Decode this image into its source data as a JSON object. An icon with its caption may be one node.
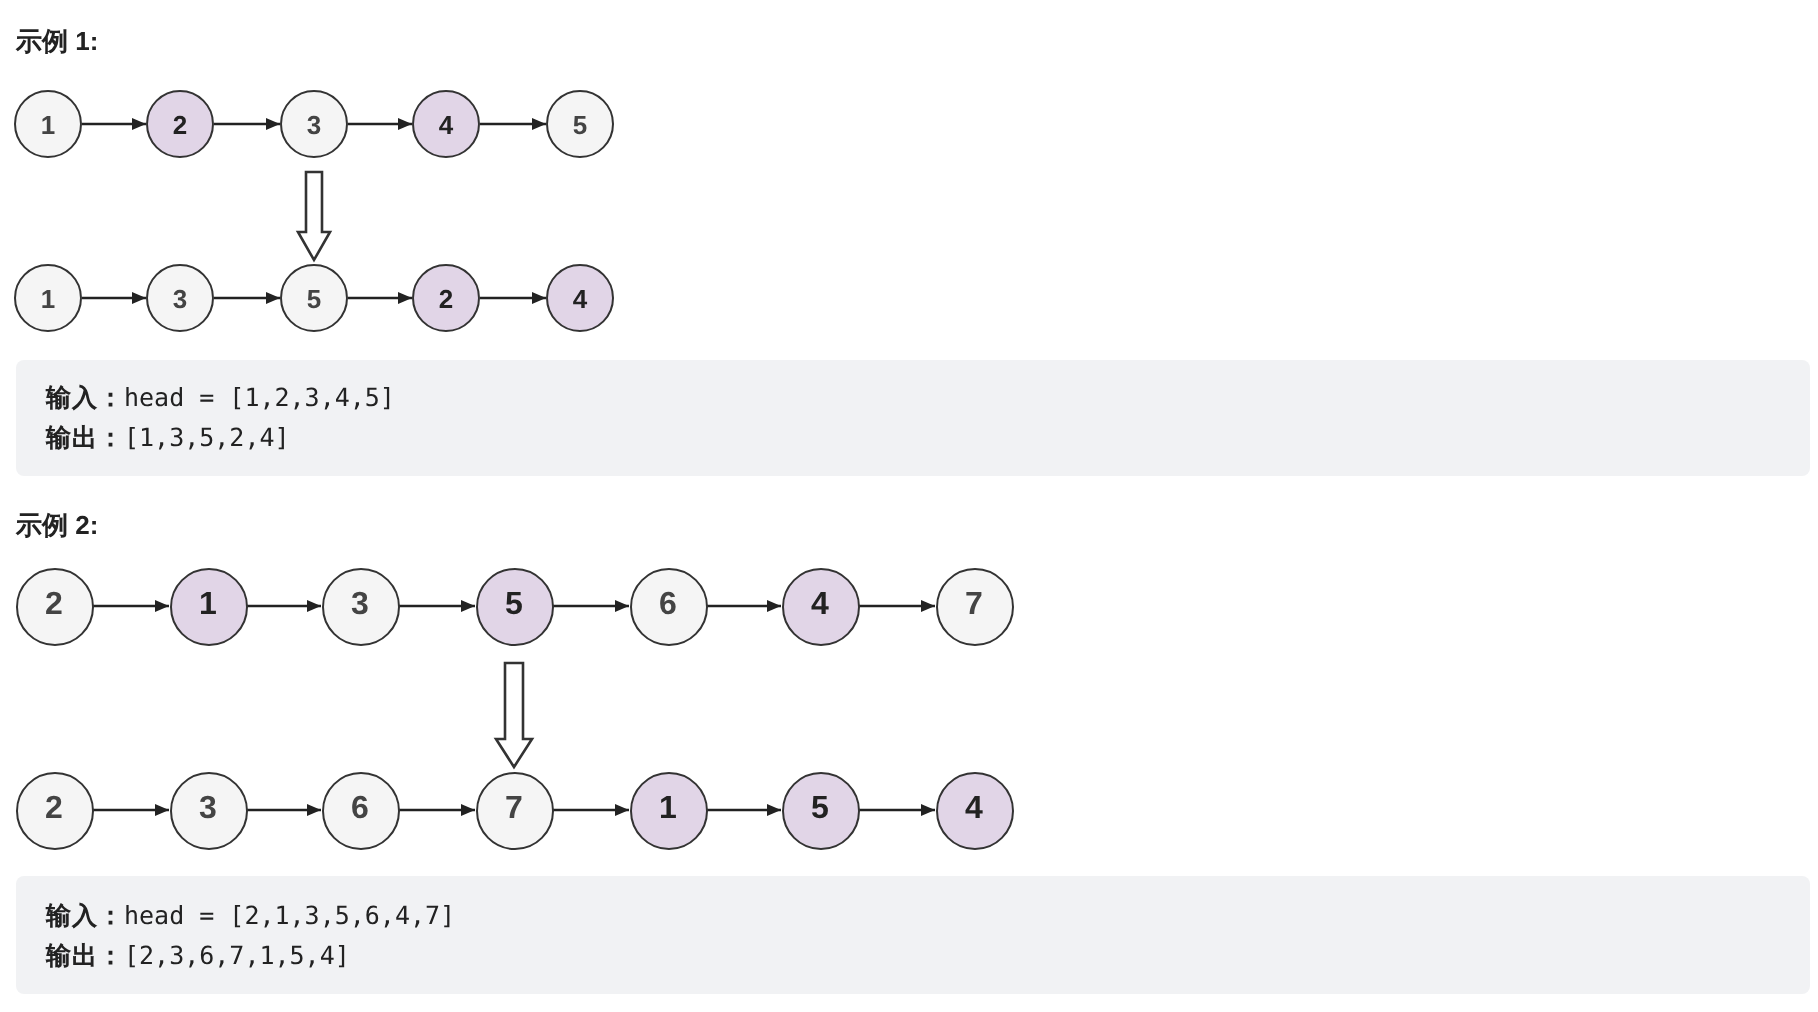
{
  "diagram": {
    "nodes": [
      {
        "text": [
          "1"
        ]
      },
      {
        "text": [
          "2"
        ]
      },
      {
        "text": [
          "3"
        ]
      },
      {
        "text": [
          "4"
        ]
      },
      {
        "text": [
          "5"
        ]
      },
      {
        "text": [
          "1"
        ]
      },
      {
        "text": [
          "3"
        ]
      },
      {
        "text": [
          "5"
        ]
      },
      {
        "text": [
          "2"
        ]
      },
      {
        "text": [
          "4"
        ]
      },
      {
        "text": [
          "2"
        ]
      },
      {
        "text": [
          "1"
        ]
      },
      {
        "text": [
          "3"
        ]
      },
      {
        "text": [
          "5"
        ]
      },
      {
        "text": [
          "6"
        ]
      },
      {
        "text": [
          "4"
        ]
      },
      {
        "text": [
          "7"
        ]
      },
      {
        "text": [
          "2"
        ]
      },
      {
        "text": [
          "3"
        ]
      },
      {
        "text": [
          "6"
        ]
      },
      {
        "text": [
          "7"
        ]
      },
      {
        "text": [
          "1"
        ]
      },
      {
        "text": [
          "5"
        ]
      },
      {
        "text": [
          "4"
        ]
      }
    ],
    "edges": [
      {
        "from": 0,
        "to": 1,
        "arrow": "to"
      },
      {
        "from": 1,
        "to": 2,
        "arrow": "to"
      },
      {
        "from": 2,
        "to": 3,
        "arrow": "to"
      },
      {
        "from": 3,
        "to": 4,
        "arrow": "to"
      },
      {
        "from": 5,
        "to": 6,
        "arrow": "to"
      },
      {
        "from": 6,
        "to": 7,
        "arrow": "to"
      },
      {
        "from": 7,
        "to": 8,
        "arrow": "to"
      },
      {
        "from": 8,
        "to": 9,
        "arrow": "to"
      },
      {
        "from": 2,
        "to": 7,
        "arrow": "to"
      },
      {
        "from": 10,
        "to": 11,
        "arrow": "to"
      },
      {
        "from": 11,
        "to": 12,
        "arrow": "to"
      },
      {
        "from": 12,
        "to": 13,
        "arrow": "to"
      },
      {
        "from": 13,
        "to": 14,
        "arrow": "to"
      },
      {
        "from": 14,
        "to": 15,
        "arrow": "to"
      },
      {
        "from": 15,
        "to": 16,
        "arrow": "to"
      },
      {
        "from": 17,
        "to": 18,
        "arrow": "to"
      },
      {
        "from": 18,
        "to": 19,
        "arrow": "to"
      },
      {
        "from": 19,
        "to": 20,
        "arrow": "to"
      },
      {
        "from": 20,
        "to": 21,
        "arrow": "to"
      },
      {
        "from": 21,
        "to": 22,
        "arrow": "to"
      },
      {
        "from": 22,
        "to": 23,
        "arrow": "to"
      },
      {
        "from": 13,
        "to": 20,
        "arrow": "to"
      }
    ],
    "labels": [
      "示例 1:",
      "**输入：**head = [1,2,3,4,5]",
      "**输出：**[1,3,5,2,4]",
      "示例 2:",
      "**输入：**head = [2,1,3,5,6,4,7]",
      "**输出：**[2,3,6,7,1,5,4]"
    ]
  }
}
